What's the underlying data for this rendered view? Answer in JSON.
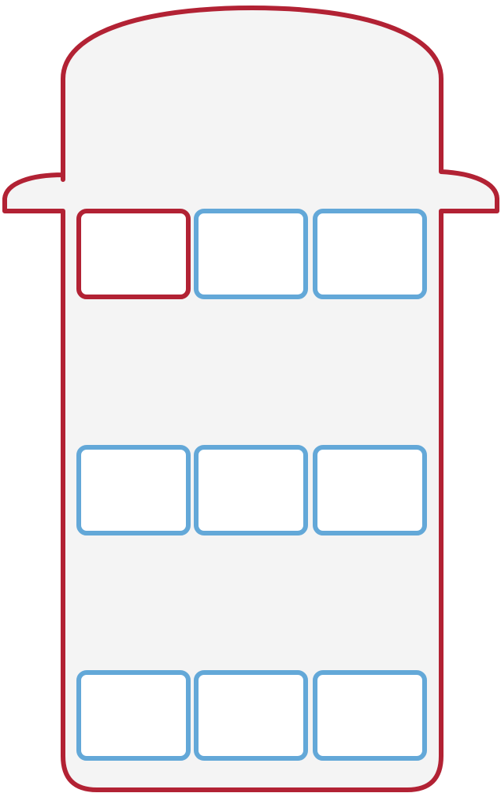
{
  "colors": {
    "background": "#ffffff",
    "vehicle_outline": "#b22234",
    "vehicle_fill": "#f4f4f4",
    "seat_selected": "#b22234",
    "seat_available": "#63a8d8",
    "seat_fill": "#ffffff"
  },
  "vehicle": {
    "type": "car-top-view",
    "has_side_mirrors": true
  },
  "seat_rows": [
    {
      "row": 1,
      "seats": [
        {
          "id": "1-1",
          "status": "selected"
        },
        {
          "id": "1-2",
          "status": "available"
        },
        {
          "id": "1-3",
          "status": "available"
        }
      ]
    },
    {
      "row": 2,
      "seats": [
        {
          "id": "2-1",
          "status": "available"
        },
        {
          "id": "2-2",
          "status": "available"
        },
        {
          "id": "2-3",
          "status": "available"
        }
      ]
    },
    {
      "row": 3,
      "seats": [
        {
          "id": "3-1",
          "status": "available"
        },
        {
          "id": "3-2",
          "status": "available"
        },
        {
          "id": "3-3",
          "status": "available"
        }
      ]
    }
  ]
}
